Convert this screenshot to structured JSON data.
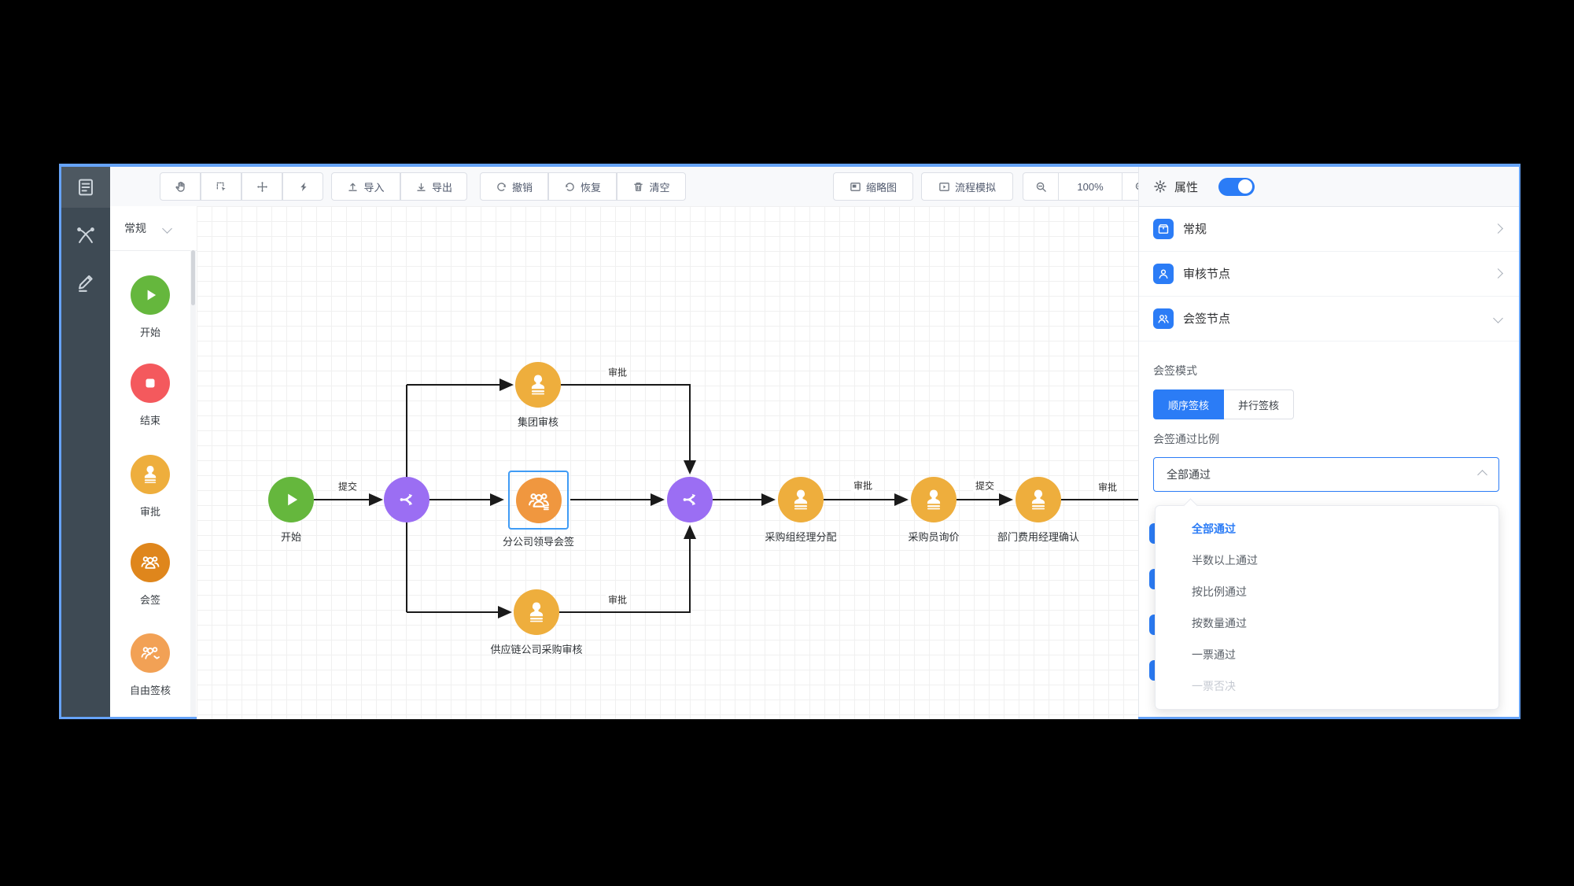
{
  "colors": {
    "accent_blue": "#2b7cf6",
    "node_green": "#65b73d",
    "node_red": "#f4595d",
    "node_yellow": "#eeae3d",
    "node_orange": "#df861c",
    "node_orange_light": "#f2a155",
    "node_purple": "#9b6ef3",
    "sidebar_dark": "#3e4a54",
    "window_border": "#66a3f8"
  },
  "icons": {
    "sidebar": [
      "document-icon",
      "design-tools-icon",
      "pencil-icon"
    ],
    "toolbar": [
      "hand-icon",
      "marquee-select-icon",
      "move-icon",
      "lightning-icon",
      "upload-icon",
      "download-icon",
      "undo-icon",
      "redo-icon",
      "trash-icon",
      "minimap-icon",
      "monitor-play-icon",
      "zoom-out-icon",
      "zoom-in-icon"
    ],
    "panel": [
      "gear-icon",
      "box-icon",
      "user-icon",
      "users-icon"
    ],
    "nodes": [
      "play-icon",
      "stop-icon",
      "stamp-icon",
      "group-icon",
      "group-hand-icon",
      "branch-icon"
    ]
  },
  "toolbar": {
    "import_label": "导入",
    "export_label": "导出",
    "undo_label": "撤销",
    "redo_label": "恢复",
    "clear_label": "清空",
    "minimap_label": "缩略图",
    "simulate_label": "流程模拟",
    "zoom_level": "100%"
  },
  "palette": {
    "category": "常规",
    "items": [
      {
        "type": "start",
        "label": "开始"
      },
      {
        "type": "end",
        "label": "结束"
      },
      {
        "type": "approval",
        "label": "审批"
      },
      {
        "type": "countersign",
        "label": "会签"
      },
      {
        "type": "free-sign",
        "label": "自由签核"
      }
    ]
  },
  "canvas": {
    "nodes": [
      {
        "id": "start",
        "type": "start",
        "label": "开始"
      },
      {
        "id": "gateway-split",
        "type": "gateway",
        "label": ""
      },
      {
        "id": "group-review",
        "type": "approval",
        "label": "集团审核"
      },
      {
        "id": "branch-leader-countersign",
        "type": "countersign",
        "label": "分公司领导会签",
        "selected": true
      },
      {
        "id": "supply-chain-review",
        "type": "approval",
        "label": "供应链公司采购审核"
      },
      {
        "id": "gateway-merge",
        "type": "gateway",
        "label": ""
      },
      {
        "id": "purchase-manager-assign",
        "type": "approval",
        "label": "采购组经理分配"
      },
      {
        "id": "buyer-inquiry",
        "type": "approval",
        "label": "采购员询价"
      },
      {
        "id": "dept-expense-confirm",
        "type": "approval",
        "label": "部门费用经理确认"
      }
    ],
    "edges": [
      {
        "from": "start",
        "to": "gateway-split",
        "label": "提交"
      },
      {
        "from": "group-review",
        "to": "gateway-merge",
        "label": "审批"
      },
      {
        "from": "supply-chain-review",
        "to": "gateway-merge",
        "label": "审批"
      },
      {
        "from": "purchase-manager-assign",
        "to": "buyer-inquiry",
        "label": "审批"
      },
      {
        "from": "buyer-inquiry",
        "to": "dept-expense-confirm",
        "label": "提交"
      },
      {
        "from": "dept-expense-confirm",
        "to": "",
        "label": "审批"
      }
    ]
  },
  "panel": {
    "header": {
      "title": "属性",
      "toggle_on": true
    },
    "sections": [
      {
        "label": "常规",
        "state": "collapsed"
      },
      {
        "label": "审核节点",
        "state": "collapsed"
      },
      {
        "label": "会签节点",
        "state": "expanded"
      }
    ],
    "countersign_mode": {
      "label": "会签模式",
      "options": [
        "顺序签核",
        "并行签核"
      ],
      "selected": "顺序签核"
    },
    "pass_ratio": {
      "label": "会签通过比例",
      "value": "全部通过",
      "options": [
        {
          "label": "全部通过",
          "state": "selected"
        },
        {
          "label": "半数以上通过",
          "state": "normal"
        },
        {
          "label": "按比例通过",
          "state": "normal"
        },
        {
          "label": "按数量通过",
          "state": "normal"
        },
        {
          "label": "一票通过",
          "state": "normal"
        },
        {
          "label": "一票否决",
          "state": "disabled"
        }
      ]
    }
  }
}
